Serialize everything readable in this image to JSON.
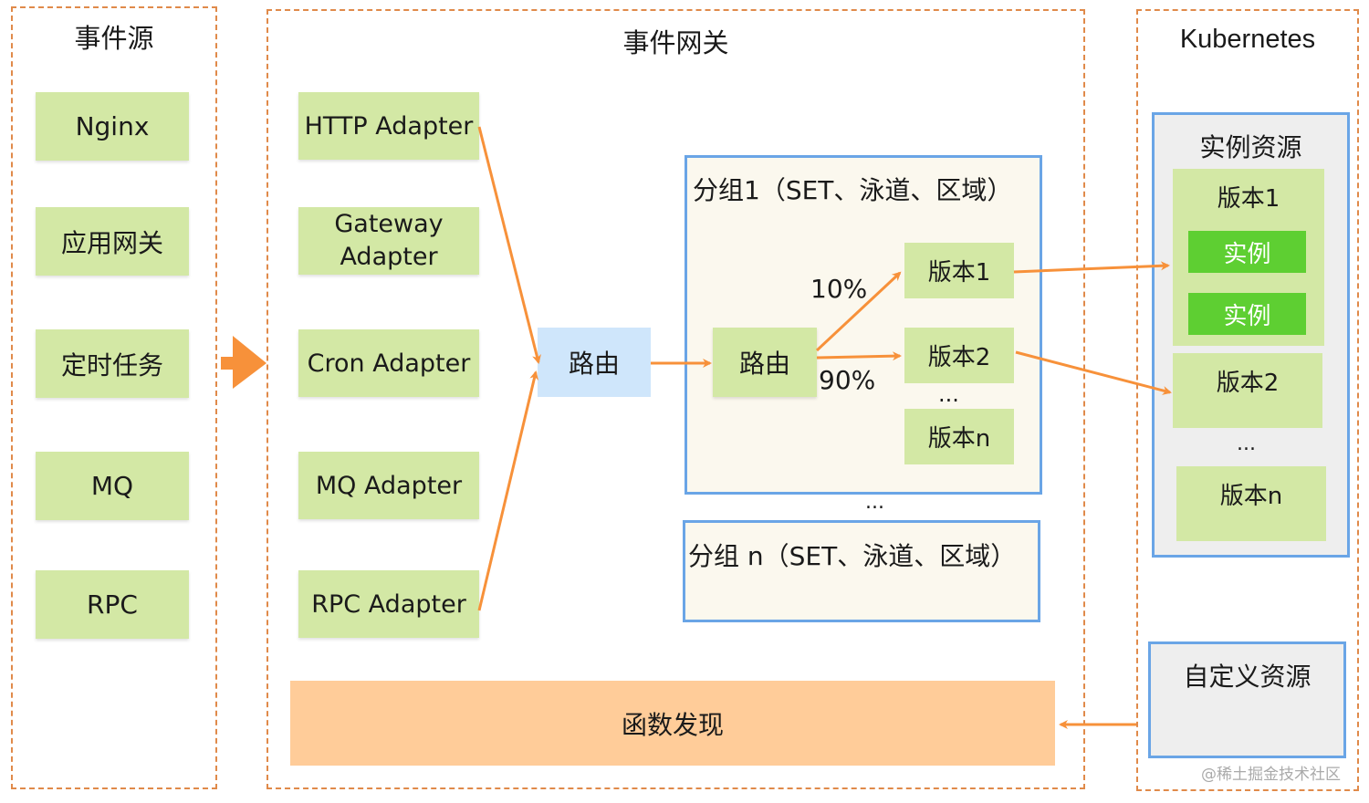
{
  "event_sources": {
    "title": "事件源",
    "items": [
      "Nginx",
      "应用网关",
      "定时任务",
      "MQ",
      "RPC"
    ]
  },
  "gateway": {
    "title": "事件网关",
    "adapters": [
      "HTTP Adapter",
      "Gateway Adapter",
      "Cron Adapter",
      "MQ Adapter",
      "RPC Adapter"
    ],
    "router_label": "路由",
    "group1": {
      "title": "分组1（SET、泳道、区域）",
      "router_label": "路由",
      "weight_top": "10%",
      "weight_bottom": "90%",
      "versions": [
        "版本1",
        "版本2",
        "版本n"
      ],
      "ellipsis": "..."
    },
    "groups_ellipsis": "...",
    "groupn": {
      "title": "分组 n（SET、泳道、区域）"
    },
    "discovery_label": "函数发现"
  },
  "kubernetes": {
    "title": "Kubernetes",
    "instance_resource": {
      "title": "实例资源",
      "version1": "版本1",
      "instances": [
        "实例",
        "实例"
      ],
      "version2": "版本2",
      "ellipsis": "...",
      "versionn": "版本n"
    },
    "custom_resource": {
      "title": "自定义资源"
    }
  },
  "watermark": "@稀土掘金技术社区",
  "colors": {
    "arrow": "#f7913a",
    "box_green": "#d3e8a5",
    "instance_green": "#5ecf32",
    "router_blue": "#cfe6fb",
    "group_border": "#6aa5e6",
    "discovery": "#ffcc99",
    "dashed_border": "#e08a4a"
  }
}
